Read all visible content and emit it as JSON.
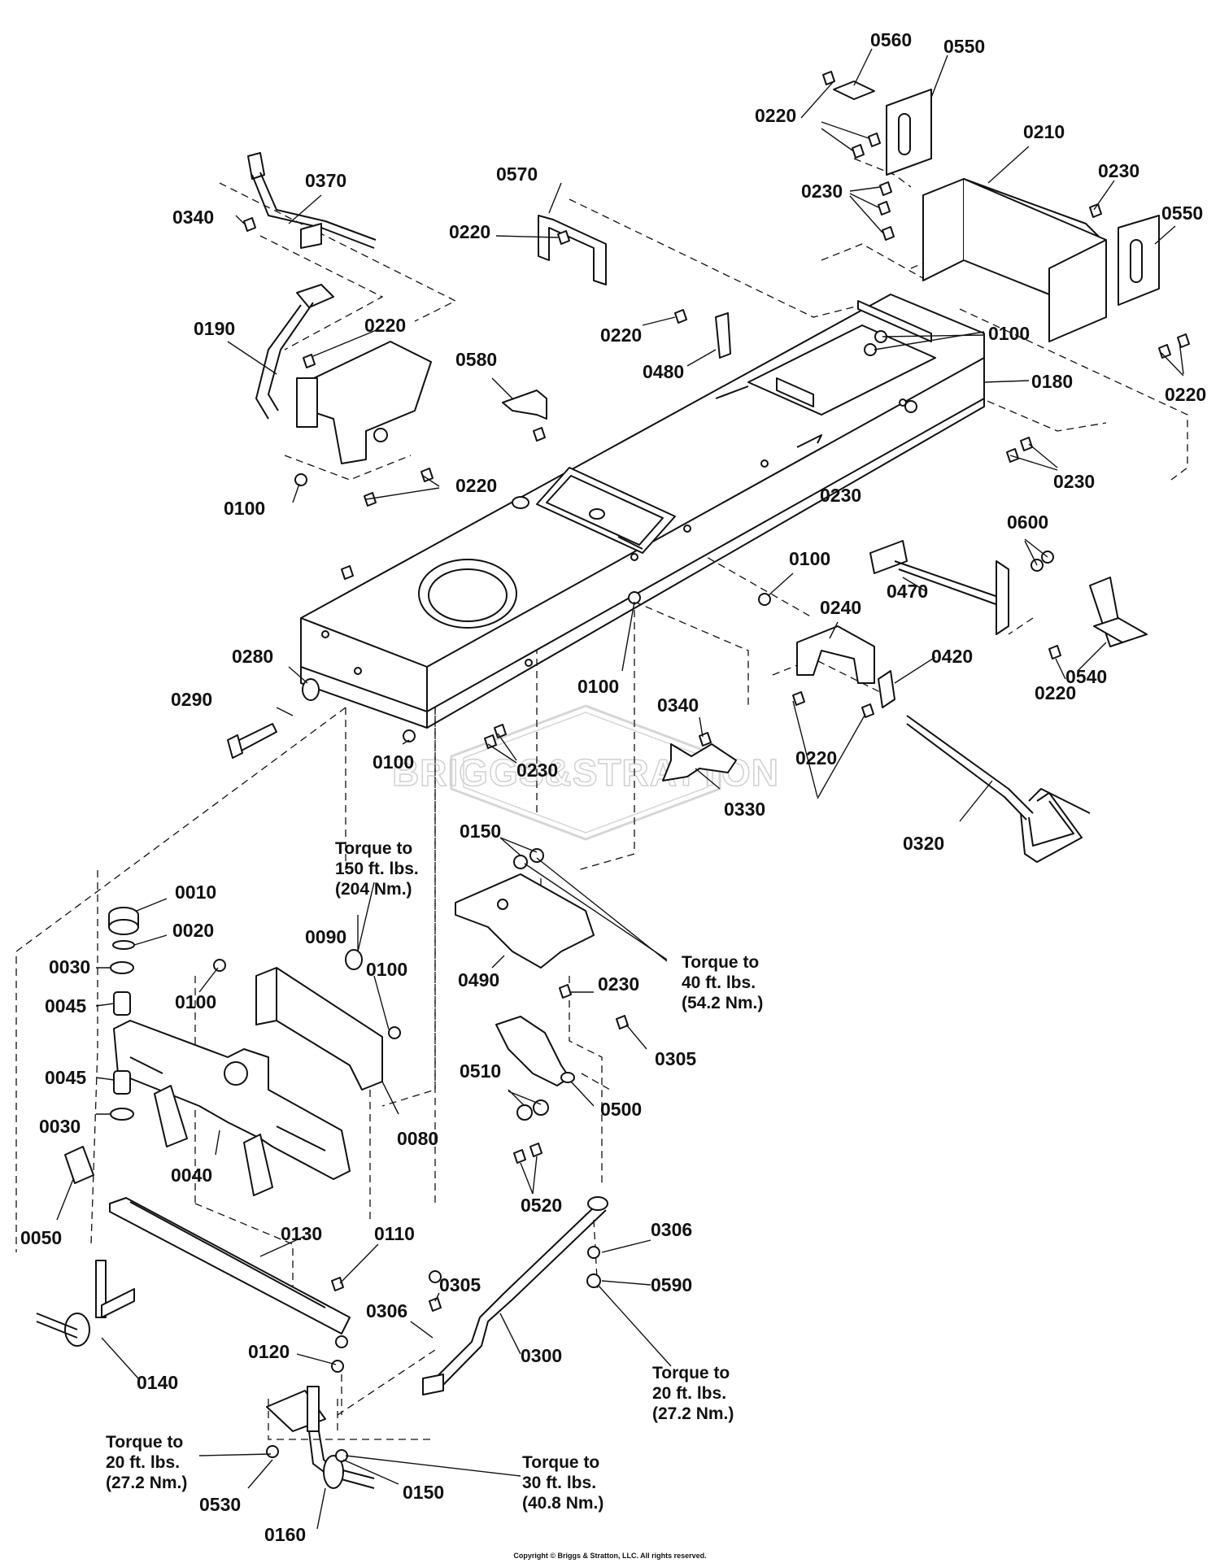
{
  "labels": {
    "l0560": "0560",
    "l0550a": "0550",
    "l0220a": "0220",
    "l0210": "0210",
    "l0230a": "0230",
    "l0230b": "0230",
    "l0550b": "0550",
    "l0370": "0370",
    "l0570": "0570",
    "l0340a": "0340",
    "l0220b": "0220",
    "l0190": "0190",
    "l0220c": "0220",
    "l0220d": "0220",
    "l0100a": "0100",
    "l0180": "0180",
    "l0220e": "0220",
    "l0580": "0580",
    "l0480": "0480",
    "l0230c": "0230",
    "l0220f": "0220",
    "l0100b": "0100",
    "l0230d": "0230",
    "l0600": "0600",
    "l0100c": "0100",
    "l0470": "0470",
    "l0240": "0240",
    "l0280": "0280",
    "l0420": "0420",
    "l0220g": "0220",
    "l0540": "0540",
    "l0290": "0290",
    "l0100d": "0100",
    "l0340b": "0340",
    "l0220h": "0220",
    "l0230e": "0230",
    "l0100e": "0100",
    "l0330": "0330",
    "l0320": "0320",
    "l0150a": "0150",
    "l0010": "0010",
    "l0090": "0090",
    "l0020": "0020",
    "l0100f": "0100",
    "l0030a": "0030",
    "l0100g": "0100",
    "l0045a": "0045",
    "l0490": "0490",
    "l0230f": "0230",
    "l0305a": "0305",
    "l0045b": "0045",
    "l0510": "0510",
    "l0500": "0500",
    "l0030b": "0030",
    "l0080": "0080",
    "l0040": "0040",
    "l0520": "0520",
    "l0050": "0050",
    "l0130": "0130",
    "l0110": "0110",
    "l0306a": "0306",
    "l0305b": "0305",
    "l0590": "0590",
    "l0306b": "0306",
    "l0300": "0300",
    "l0140": "0140",
    "l0120": "0120",
    "l0530": "0530",
    "l0150b": "0150",
    "l0160": "0160"
  },
  "notes": {
    "torque150": [
      "Torque to",
      "150 ft. lbs.",
      "(204 Nm.)"
    ],
    "torque40": [
      "Torque to",
      "40 ft. lbs.",
      "(54.2 Nm.)"
    ],
    "torque20a": [
      "Torque to",
      "20 ft. lbs.",
      "(27.2 Nm.)"
    ],
    "torque20b": [
      "Torque to",
      "20 ft. lbs.",
      "(27.2 Nm.)"
    ],
    "torque30": [
      "Torque to",
      "30 ft. lbs.",
      "(40.8 Nm.)"
    ]
  },
  "watermark": "BRIGGS&STRATTON",
  "copyright": "Copyright © Briggs & Stratton, LLC. All rights reserved."
}
